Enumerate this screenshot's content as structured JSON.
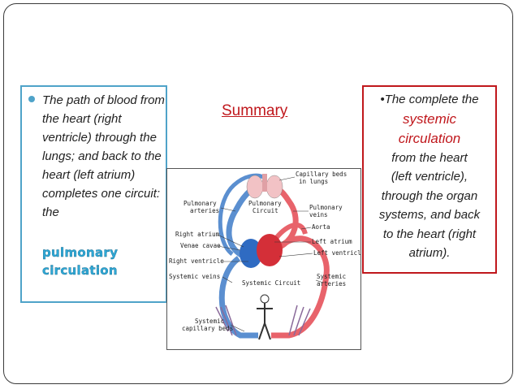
{
  "slide": {
    "title": "Summary",
    "left_box": {
      "text": "The path of blood from the heart (right ventricle) through the lungs; and back to the heart (left atrium) completes one circuit: the",
      "emphasis_line1": "pulmonary",
      "emphasis_line2": "circulation"
    },
    "right_box": {
      "line1": "•The complete the",
      "red_line1": "systemic",
      "red_line2": "circulation",
      "line2": "from the heart",
      "line3": "(left ventricle),",
      "line4": "through the organ",
      "line5": "systems, and back",
      "line6": "to the heart (right",
      "line7": "atrium)."
    },
    "diagram": {
      "labels": {
        "capillary_beds_lungs_1": "Capillary beds",
        "capillary_beds_lungs_2": "in lungs",
        "pulmonary_arteries_1": "Pulmonary",
        "pulmonary_arteries_2": "arteries",
        "pulmonary_circuit_1": "Pulmonary",
        "pulmonary_circuit_2": "Circuit",
        "pulmonary_veins_1": "Pulmonary",
        "pulmonary_veins_2": "veins",
        "aorta": "Aorta",
        "right_atrium": "Right atrium",
        "venae_cavae": "Venae cavae",
        "left_atrium": "Left atrium",
        "left_ventricle": "Left ventricle",
        "right_ventricle": "Right ventricle",
        "systemic_veins": "Systemic veins",
        "systemic_circuit": "Systemic Circuit",
        "systemic_arteries_1": "Systemic",
        "systemic_arteries_2": "arteries",
        "systemic_capillary_1": "Systemic",
        "systemic_capillary_2": "capillary beds"
      },
      "colors": {
        "oxygenated": "#e8636b",
        "deoxygenated": "#5b8fd0",
        "heart_red": "#d42f38",
        "heart_blue": "#2f6bc2"
      }
    }
  }
}
